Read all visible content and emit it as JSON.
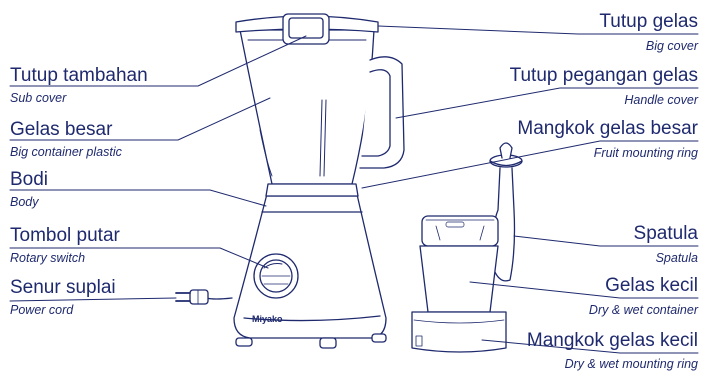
{
  "labels_left": [
    {
      "id": "sub-cover",
      "title": "Tutup tambahan",
      "subtitle": "Sub cover"
    },
    {
      "id": "big-container",
      "title": "Gelas besar",
      "subtitle": "Big container plastic"
    },
    {
      "id": "body",
      "title": "Bodi",
      "subtitle": "Body"
    },
    {
      "id": "rotary-switch",
      "title": "Tombol putar",
      "subtitle": "Rotary switch"
    },
    {
      "id": "power-cord",
      "title": "Senur suplai",
      "subtitle": "Power cord"
    }
  ],
  "labels_right": [
    {
      "id": "big-cover",
      "title": "Tutup gelas",
      "subtitle": "Big cover"
    },
    {
      "id": "handle-cover",
      "title": "Tutup pegangan gelas",
      "subtitle": "Handle cover"
    },
    {
      "id": "fruit-ring",
      "title": "Mangkok gelas besar",
      "subtitle": "Fruit mounting ring"
    },
    {
      "id": "spatula",
      "title": "Spatula",
      "subtitle": "Spatula"
    },
    {
      "id": "small-container",
      "title": "Gelas kecil",
      "subtitle": "Dry & wet container"
    },
    {
      "id": "small-ring",
      "title": "Mangkok gelas kecil",
      "subtitle": "Dry & wet mounting ring"
    }
  ],
  "brand": "Miyako",
  "colors": {
    "line": "#1f2a6e",
    "background": "#ffffff"
  }
}
